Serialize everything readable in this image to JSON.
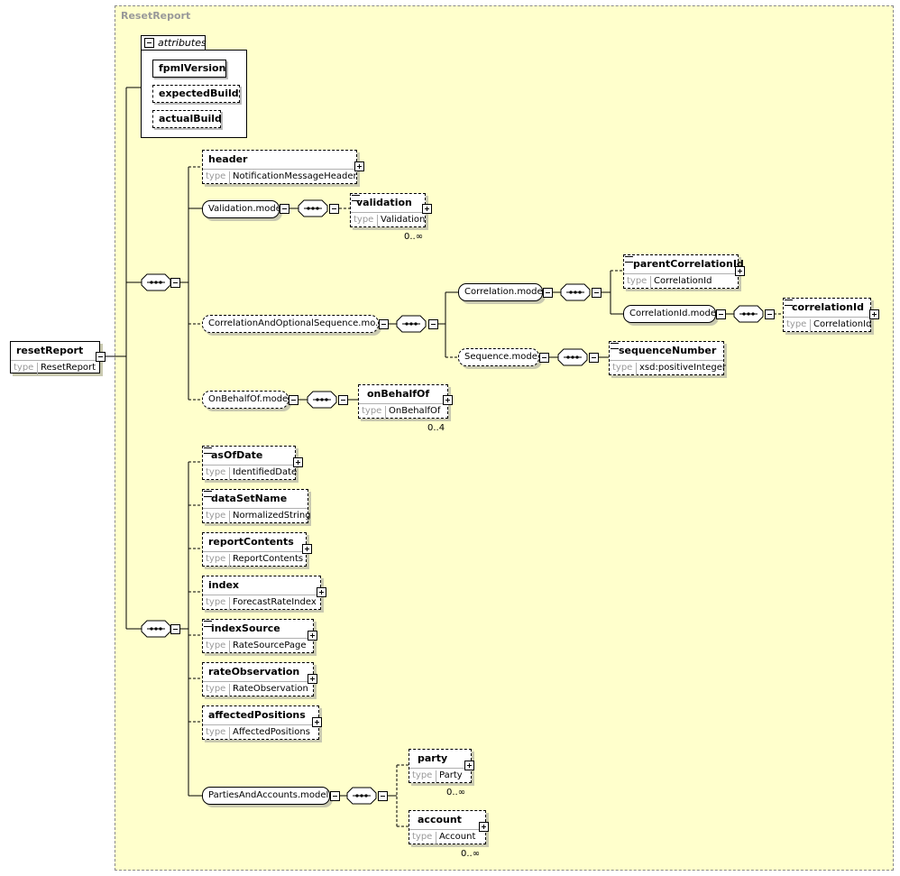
{
  "diagram": {
    "title": "ResetReport",
    "root": {
      "name": "resetReport",
      "type_key": "type",
      "type": "ResetReport"
    },
    "attributes": {
      "label": "attributes",
      "items": [
        "fpmlVersion",
        "expectedBuild",
        "actualBuild"
      ]
    },
    "header": {
      "name": "header",
      "type_key": "type",
      "type": "NotificationMessageHeader"
    },
    "validation_model": "Validation.model",
    "validation": {
      "name": "validation",
      "type_key": "type",
      "type": "Validation",
      "card": "0..∞"
    },
    "corr_seq_model": "CorrelationAndOptionalSequence.mo...",
    "correlation_model": "Correlation.model",
    "parent_correlation": {
      "name": "parentCorrelationId",
      "type_key": "type",
      "type": "CorrelationId"
    },
    "correlation_id_model": "CorrelationId.model",
    "correlation_id": {
      "name": "correlationId",
      "type_key": "type",
      "type": "CorrelationId"
    },
    "sequence_model": "Sequence.model",
    "sequence_number": {
      "name": "sequenceNumber",
      "type_key": "type",
      "type": "xsd:positiveInteger"
    },
    "on_behalf_model": "OnBehalfOf.model",
    "on_behalf": {
      "name": "onBehalfOf",
      "type_key": "type",
      "type": "OnBehalfOf",
      "card": "0..4"
    },
    "as_of_date": {
      "name": "asOfDate",
      "type_key": "type",
      "type": "IdentifiedDate"
    },
    "data_set_name": {
      "name": "dataSetName",
      "type_key": "type",
      "type": "NormalizedString"
    },
    "report_contents": {
      "name": "reportContents",
      "type_key": "type",
      "type": "ReportContents"
    },
    "index": {
      "name": "index",
      "type_key": "type",
      "type": "ForecastRateIndex"
    },
    "index_source": {
      "name": "indexSource",
      "type_key": "type",
      "type": "RateSourcePage"
    },
    "rate_observation": {
      "name": "rateObservation",
      "type_key": "type",
      "type": "RateObservation"
    },
    "affected_positions": {
      "name": "affectedPositions",
      "type_key": "type",
      "type": "AffectedPositions"
    },
    "parties_model": "PartiesAndAccounts.model",
    "party": {
      "name": "party",
      "type_key": "type",
      "type": "Party",
      "card": "0..∞"
    },
    "account": {
      "name": "account",
      "type_key": "type",
      "type": "Account",
      "card": "0..∞"
    }
  }
}
